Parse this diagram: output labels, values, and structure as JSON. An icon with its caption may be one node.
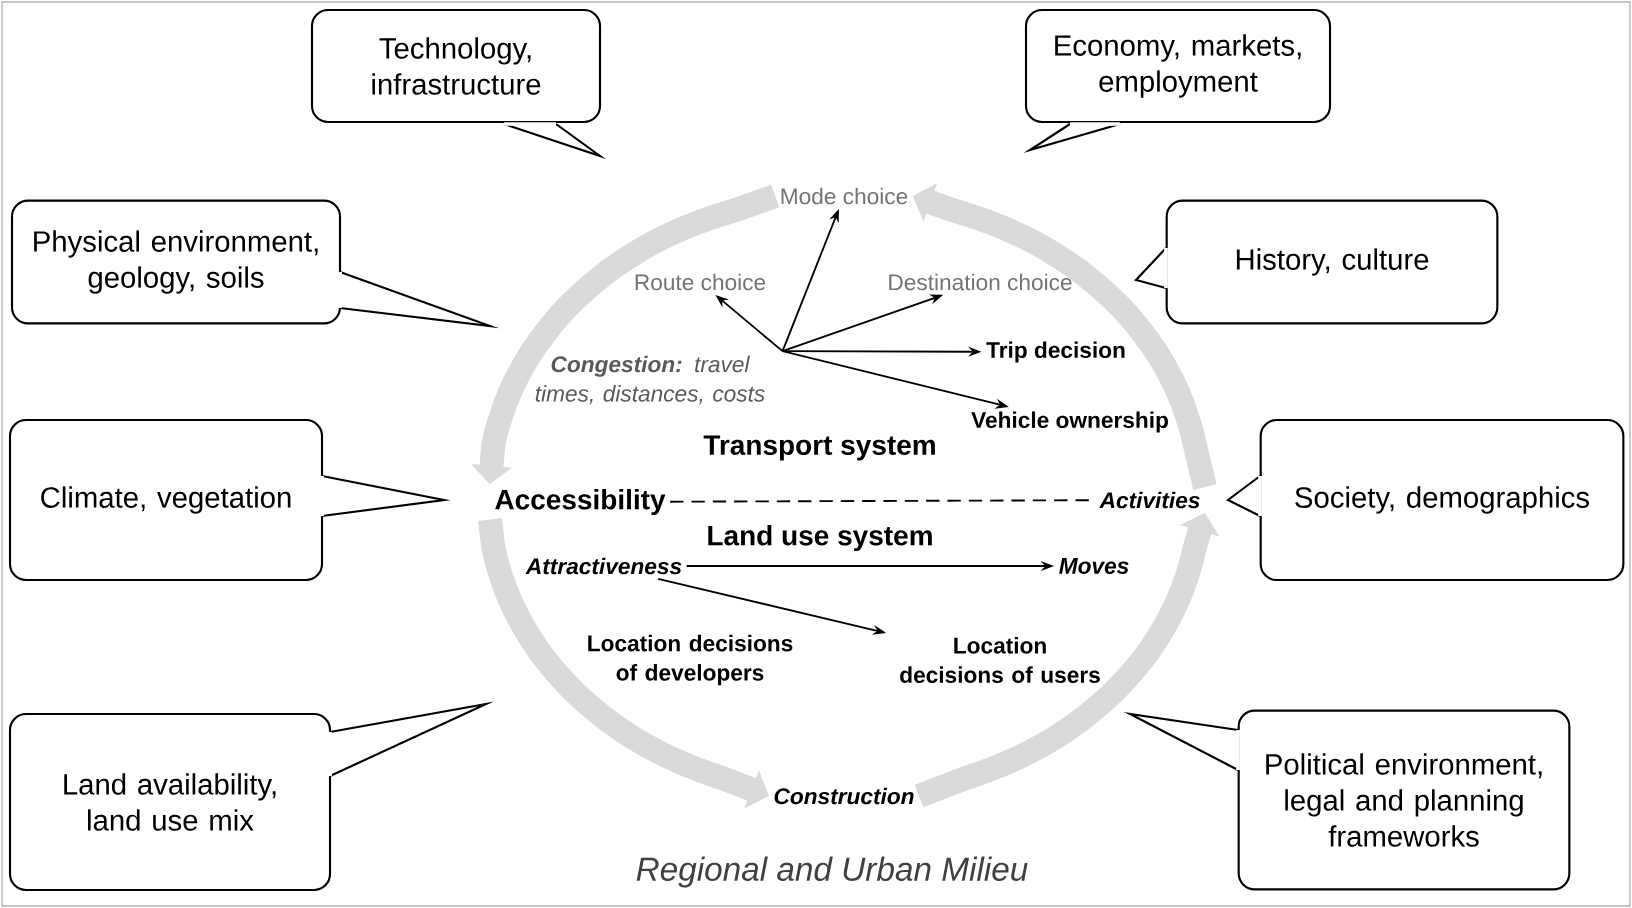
{
  "diagram": {
    "caption": "Regional and Urban Milieu",
    "nodes": [
      {
        "text": [
          "Technology, infrastructure"
        ]
      },
      {
        "text": [
          "Economy, markets, employment"
        ]
      },
      {
        "text": [
          "Physical environment, geology, soils"
        ]
      },
      {
        "text": [
          "History, culture"
        ]
      },
      {
        "text": [
          "Climate, vegetation"
        ]
      },
      {
        "text": [
          "Society, demographics"
        ]
      },
      {
        "text": [
          "Land availability, land use mix"
        ]
      },
      {
        "text": [
          "Political environment, legal and planning frameworks"
        ]
      },
      {
        "text": [
          "Mode choice"
        ]
      },
      {
        "text": [
          "Route choice"
        ]
      },
      {
        "text": [
          "Destination choice"
        ]
      },
      {
        "text": [
          "**Congestion:** travel times, distances, costs"
        ]
      },
      {
        "text": [
          "Trip decision"
        ]
      },
      {
        "text": [
          "Vehicle ownership"
        ]
      },
      {
        "text": [
          "Accessibility"
        ]
      },
      {
        "text": [
          "Activities"
        ]
      },
      {
        "text": [
          "Attractiveness"
        ]
      },
      {
        "text": [
          "Moves"
        ]
      },
      {
        "text": [
          "Location decisions of developers"
        ]
      },
      {
        "text": [
          "Location decisions of users"
        ]
      },
      {
        "text": [
          "Construction"
        ]
      }
    ],
    "edges": [
      {
        "from": 11,
        "to": 9,
        "arrow": "to"
      },
      {
        "from": 11,
        "to": 8,
        "arrow": "to"
      },
      {
        "from": 11,
        "to": 10,
        "arrow": "to"
      },
      {
        "from": 11,
        "to": 12,
        "arrow": "to"
      },
      {
        "from": 11,
        "to": 13,
        "arrow": "to"
      },
      {
        "from": 14,
        "to": 15,
        "arrow": "none",
        "style": "dashed"
      },
      {
        "from": 16,
        "to": 17,
        "arrow": "to"
      },
      {
        "from": 16,
        "to": 19,
        "arrow": "to"
      },
      {
        "from": 15,
        "to": 8,
        "arrow": "to",
        "style": "thick",
        "color": "#d9d9d9"
      },
      {
        "from": 8,
        "to": 14,
        "arrow": "to",
        "style": "thick",
        "color": "#d9d9d9"
      },
      {
        "from": 14,
        "to": 20,
        "arrow": "to",
        "style": "thick",
        "color": "#d9d9d9"
      },
      {
        "from": 20,
        "to": 15,
        "arrow": "to",
        "style": "thick",
        "color": "#d9d9d9"
      }
    ],
    "labels": [
      "Transport system",
      "Land use system"
    ]
  }
}
